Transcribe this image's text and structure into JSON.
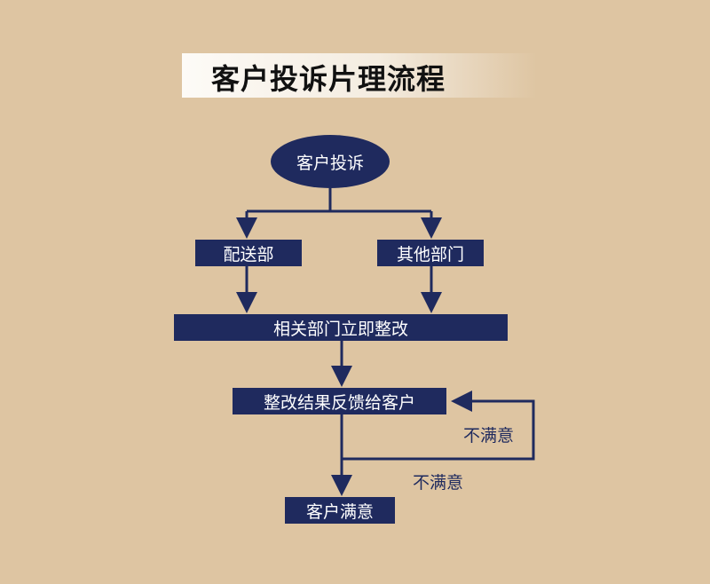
{
  "title": "客户投诉片理流程",
  "nodes": {
    "start": "客户投诉",
    "delivery": "配送部",
    "other": "其他部门",
    "rectify": "相关部门立即整改",
    "feedback": "整改结果反馈给客户",
    "satisfied": "客户满意"
  },
  "labels": {
    "loop": "不满意",
    "down": "不满意"
  },
  "colors": {
    "background": "#dec5a2",
    "navy": "#1f2a5e"
  }
}
